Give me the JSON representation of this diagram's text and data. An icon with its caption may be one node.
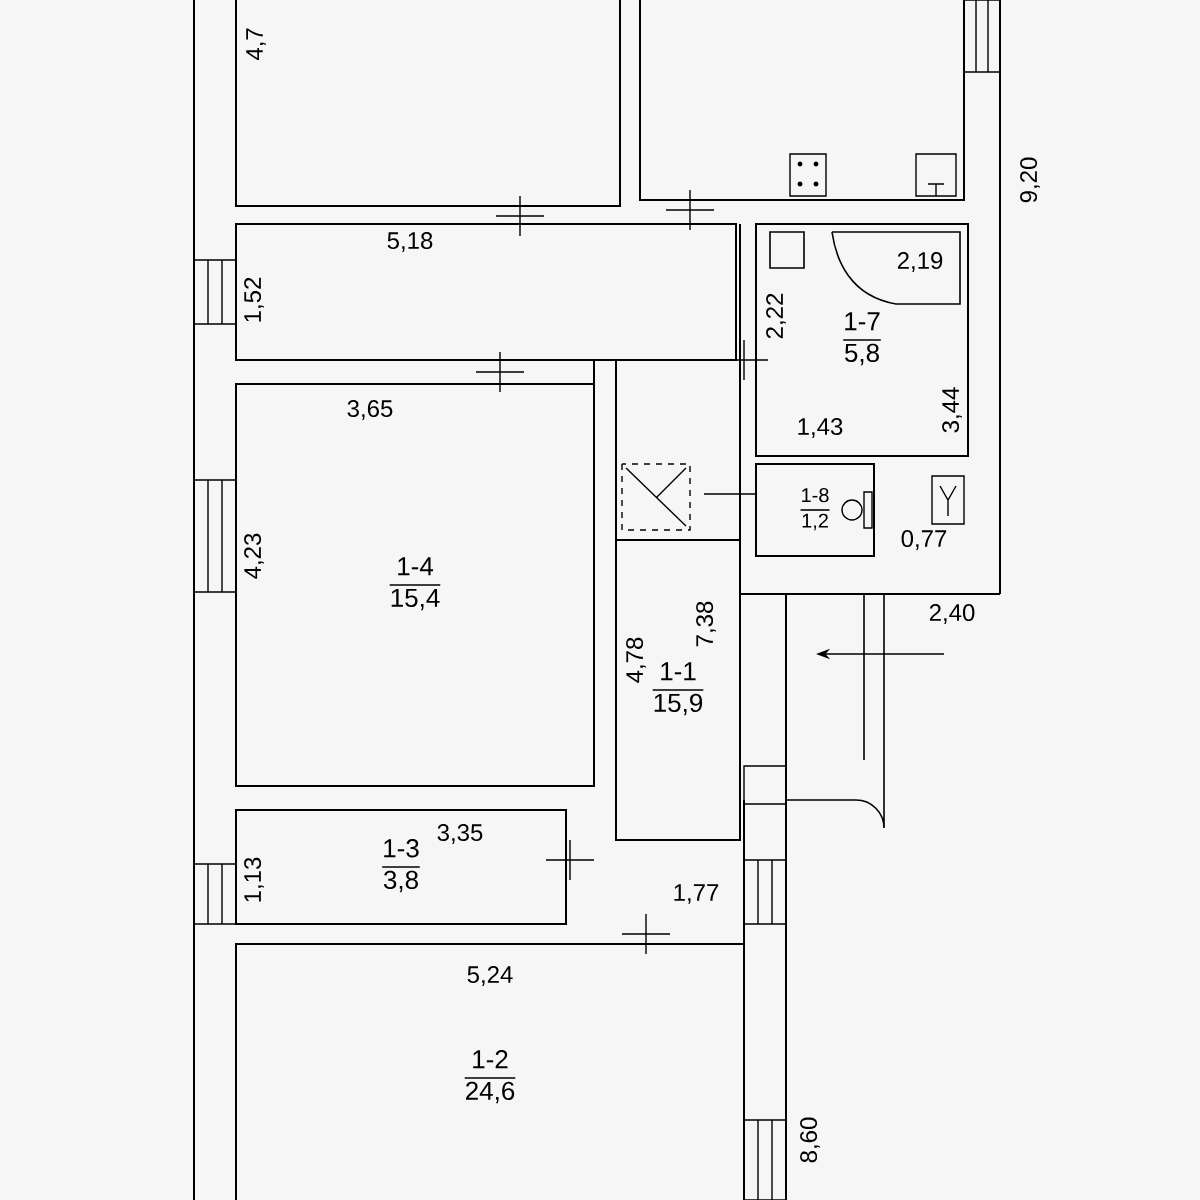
{
  "diagram": {
    "nodes": [
      {
        "text": [],
        "shape": "box"
      },
      {
        "text": [],
        "shape": "box"
      },
      {
        "text": [],
        "shape": "box"
      },
      {
        "text": [
          "1-7",
          "5,8"
        ]
      },
      {
        "text": [
          "1-8",
          "1,2"
        ]
      },
      {
        "text": [
          "1-4",
          "15,4"
        ]
      },
      {
        "text": [
          "1-1",
          "15,9"
        ]
      },
      {
        "text": [
          "1-3",
          "3,8"
        ]
      },
      {
        "text": [
          "1-2",
          "24,6"
        ]
      }
    ],
    "labels": [
      "4,7",
      "9,20",
      "5,18",
      "1,52",
      "2,19",
      "2,22",
      "3,44",
      "3,65",
      "1,43",
      "4,23",
      "0,77",
      "7,38",
      "4,78",
      "2,40",
      "3,35",
      "1,13",
      "1,77",
      "5,24",
      "8,60"
    ]
  }
}
